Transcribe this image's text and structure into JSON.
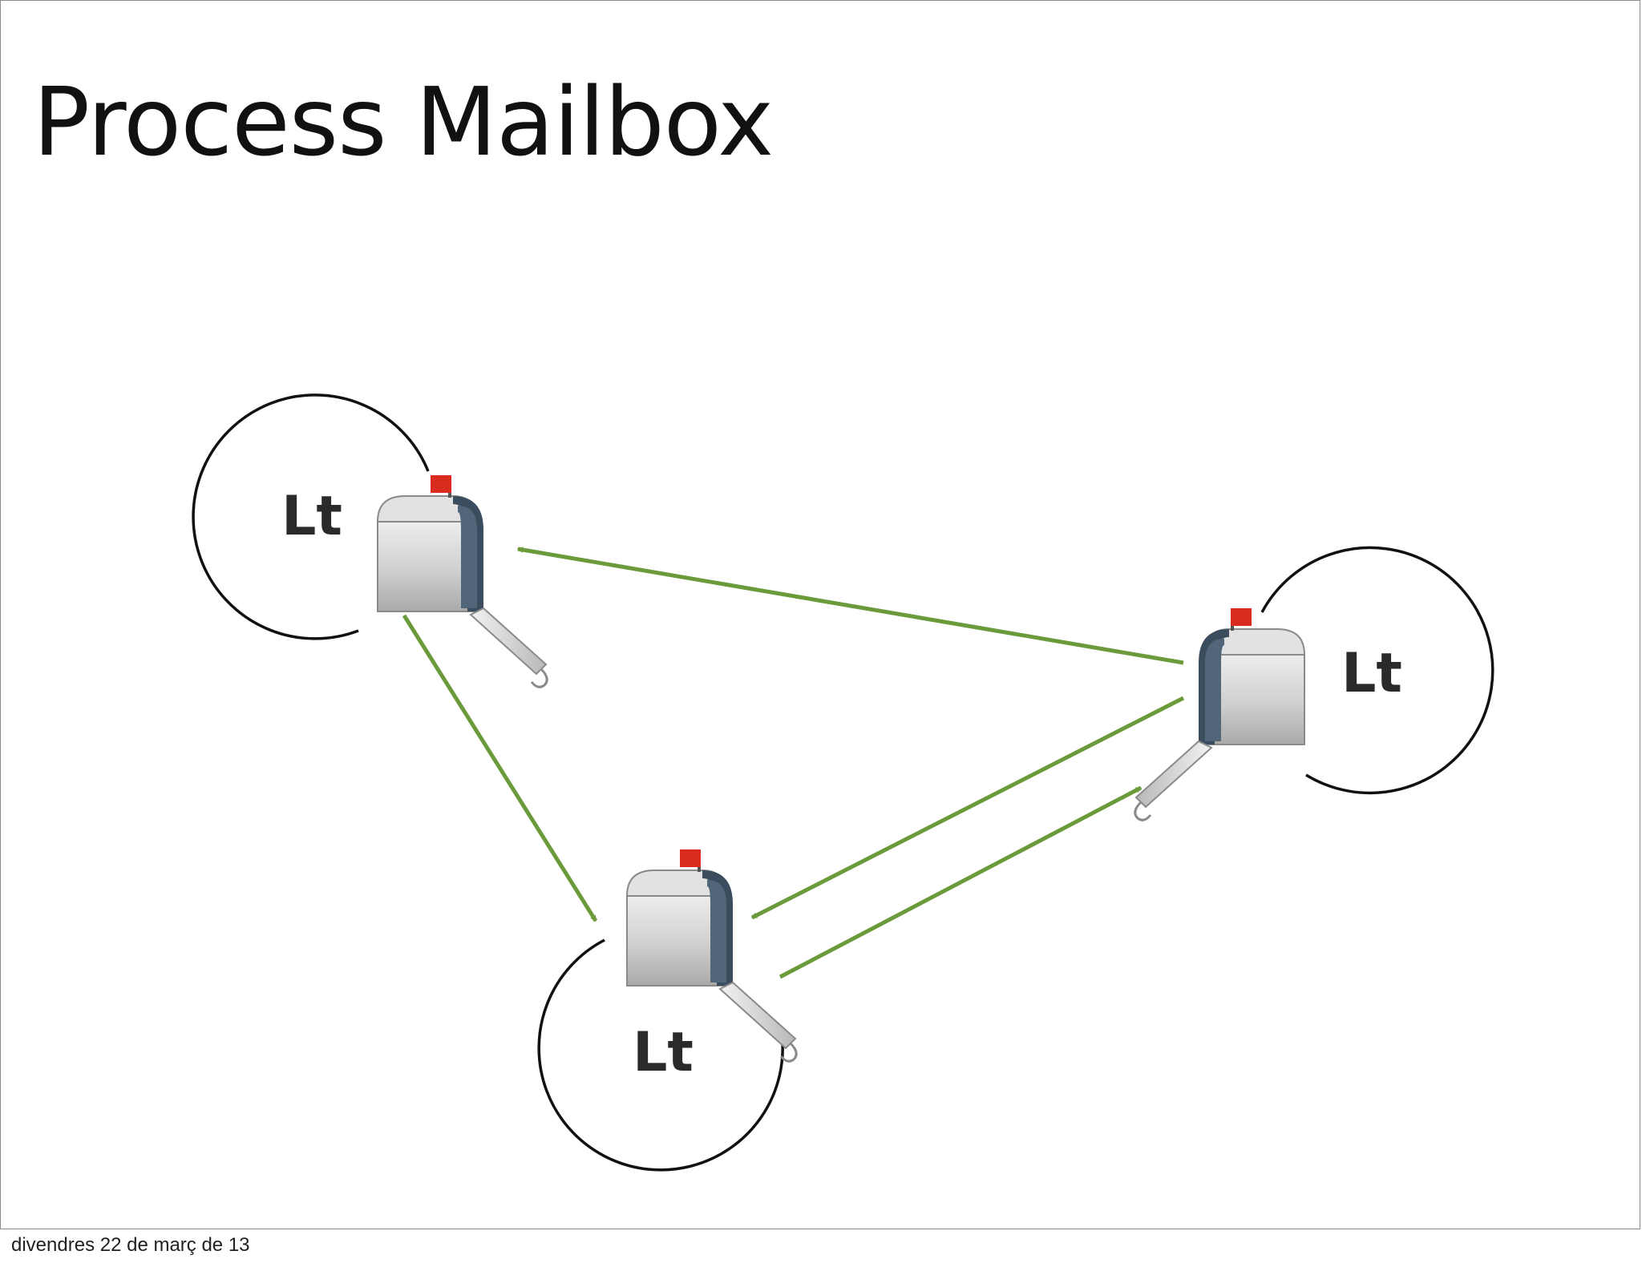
{
  "slide": {
    "title": "Process Mailbox"
  },
  "nodes": [
    {
      "label": "Lt",
      "icon": "mailbox-icon",
      "mailbox_facing": "right"
    },
    {
      "label": "Lt",
      "icon": "mailbox-icon",
      "mailbox_facing": "left"
    },
    {
      "label": "Lt",
      "icon": "mailbox-icon",
      "mailbox_facing": "right"
    }
  ],
  "edges": [
    {
      "from": "right-process",
      "to": "top-left-process"
    },
    {
      "from": "top-left-process",
      "to": "bottom-process"
    },
    {
      "from": "right-process",
      "to": "bottom-process"
    },
    {
      "from": "bottom-process",
      "to": "right-process"
    }
  ],
  "colors": {
    "arrow": "#6a9a3a",
    "circle": "#111111",
    "flag": "#d92b1e",
    "mailbox_body": "#d3d3d3",
    "mailbox_interior": "#3a4c5e"
  },
  "footer": {
    "date": "divendres 22 de març de 13"
  }
}
